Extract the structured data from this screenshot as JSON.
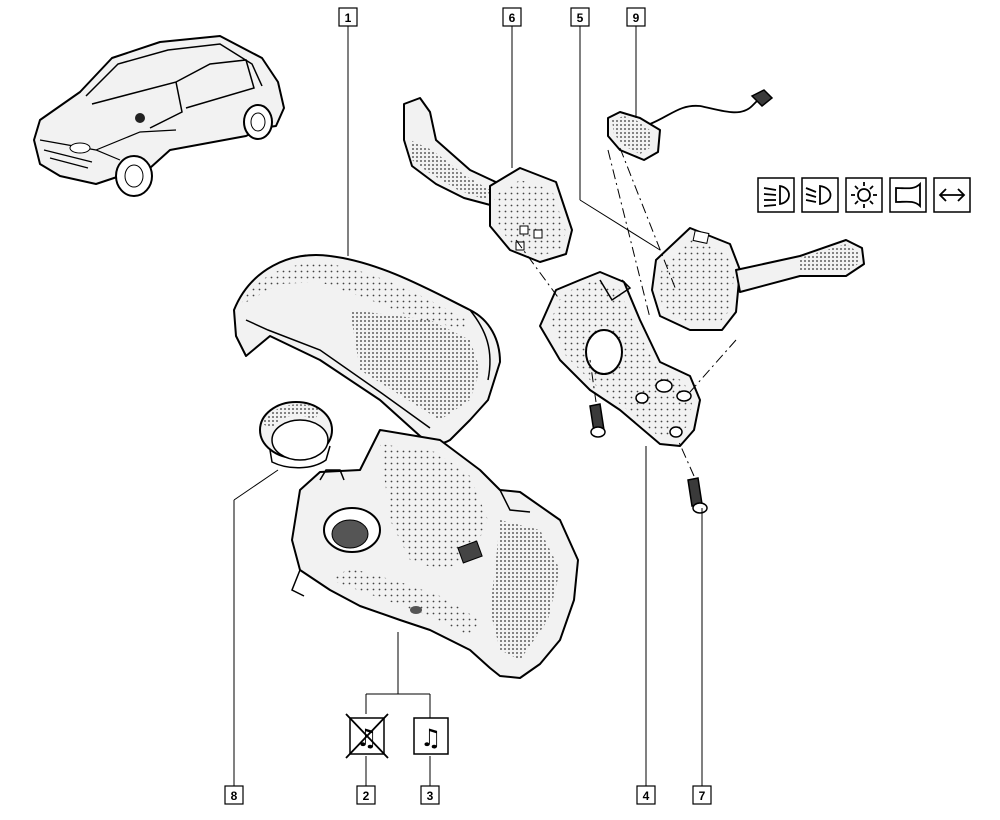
{
  "callouts": [
    "1",
    "2",
    "3",
    "4",
    "5",
    "6",
    "7",
    "8",
    "9"
  ],
  "symbols": {
    "note": "♫",
    "legend_icons": [
      "low-beam-headlamp-icon",
      "main-beam-headlamp-icon",
      "lighting-icon",
      "horn-icon",
      "direction-indicator-icon"
    ],
    "radio_icons": [
      "radio-absent-icon",
      "radio-present-icon"
    ]
  }
}
